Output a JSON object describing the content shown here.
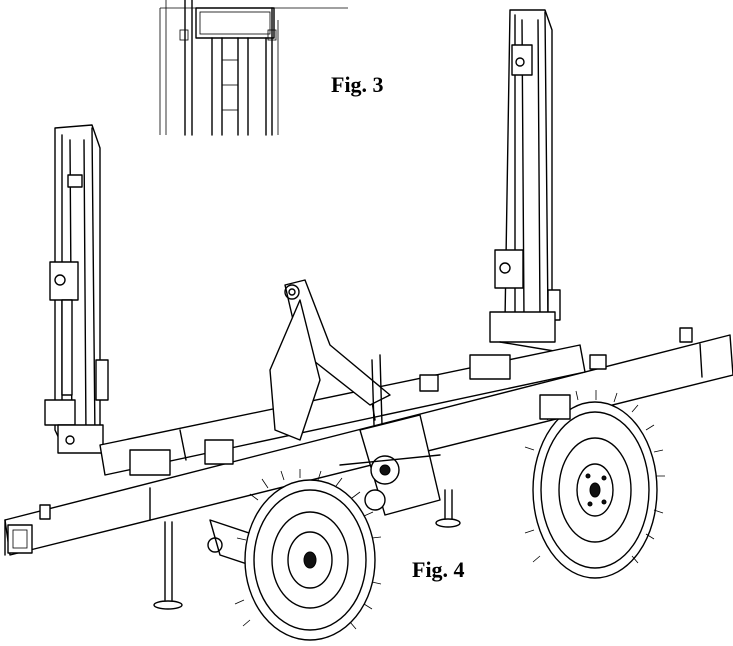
{
  "figures": {
    "fig3": {
      "label": "Fig. 3"
    },
    "fig4": {
      "label": "Fig. 4"
    }
  },
  "drawing": {
    "subject": "log-trailer-frame",
    "line_color": "#000000",
    "background_color": "#ffffff"
  }
}
